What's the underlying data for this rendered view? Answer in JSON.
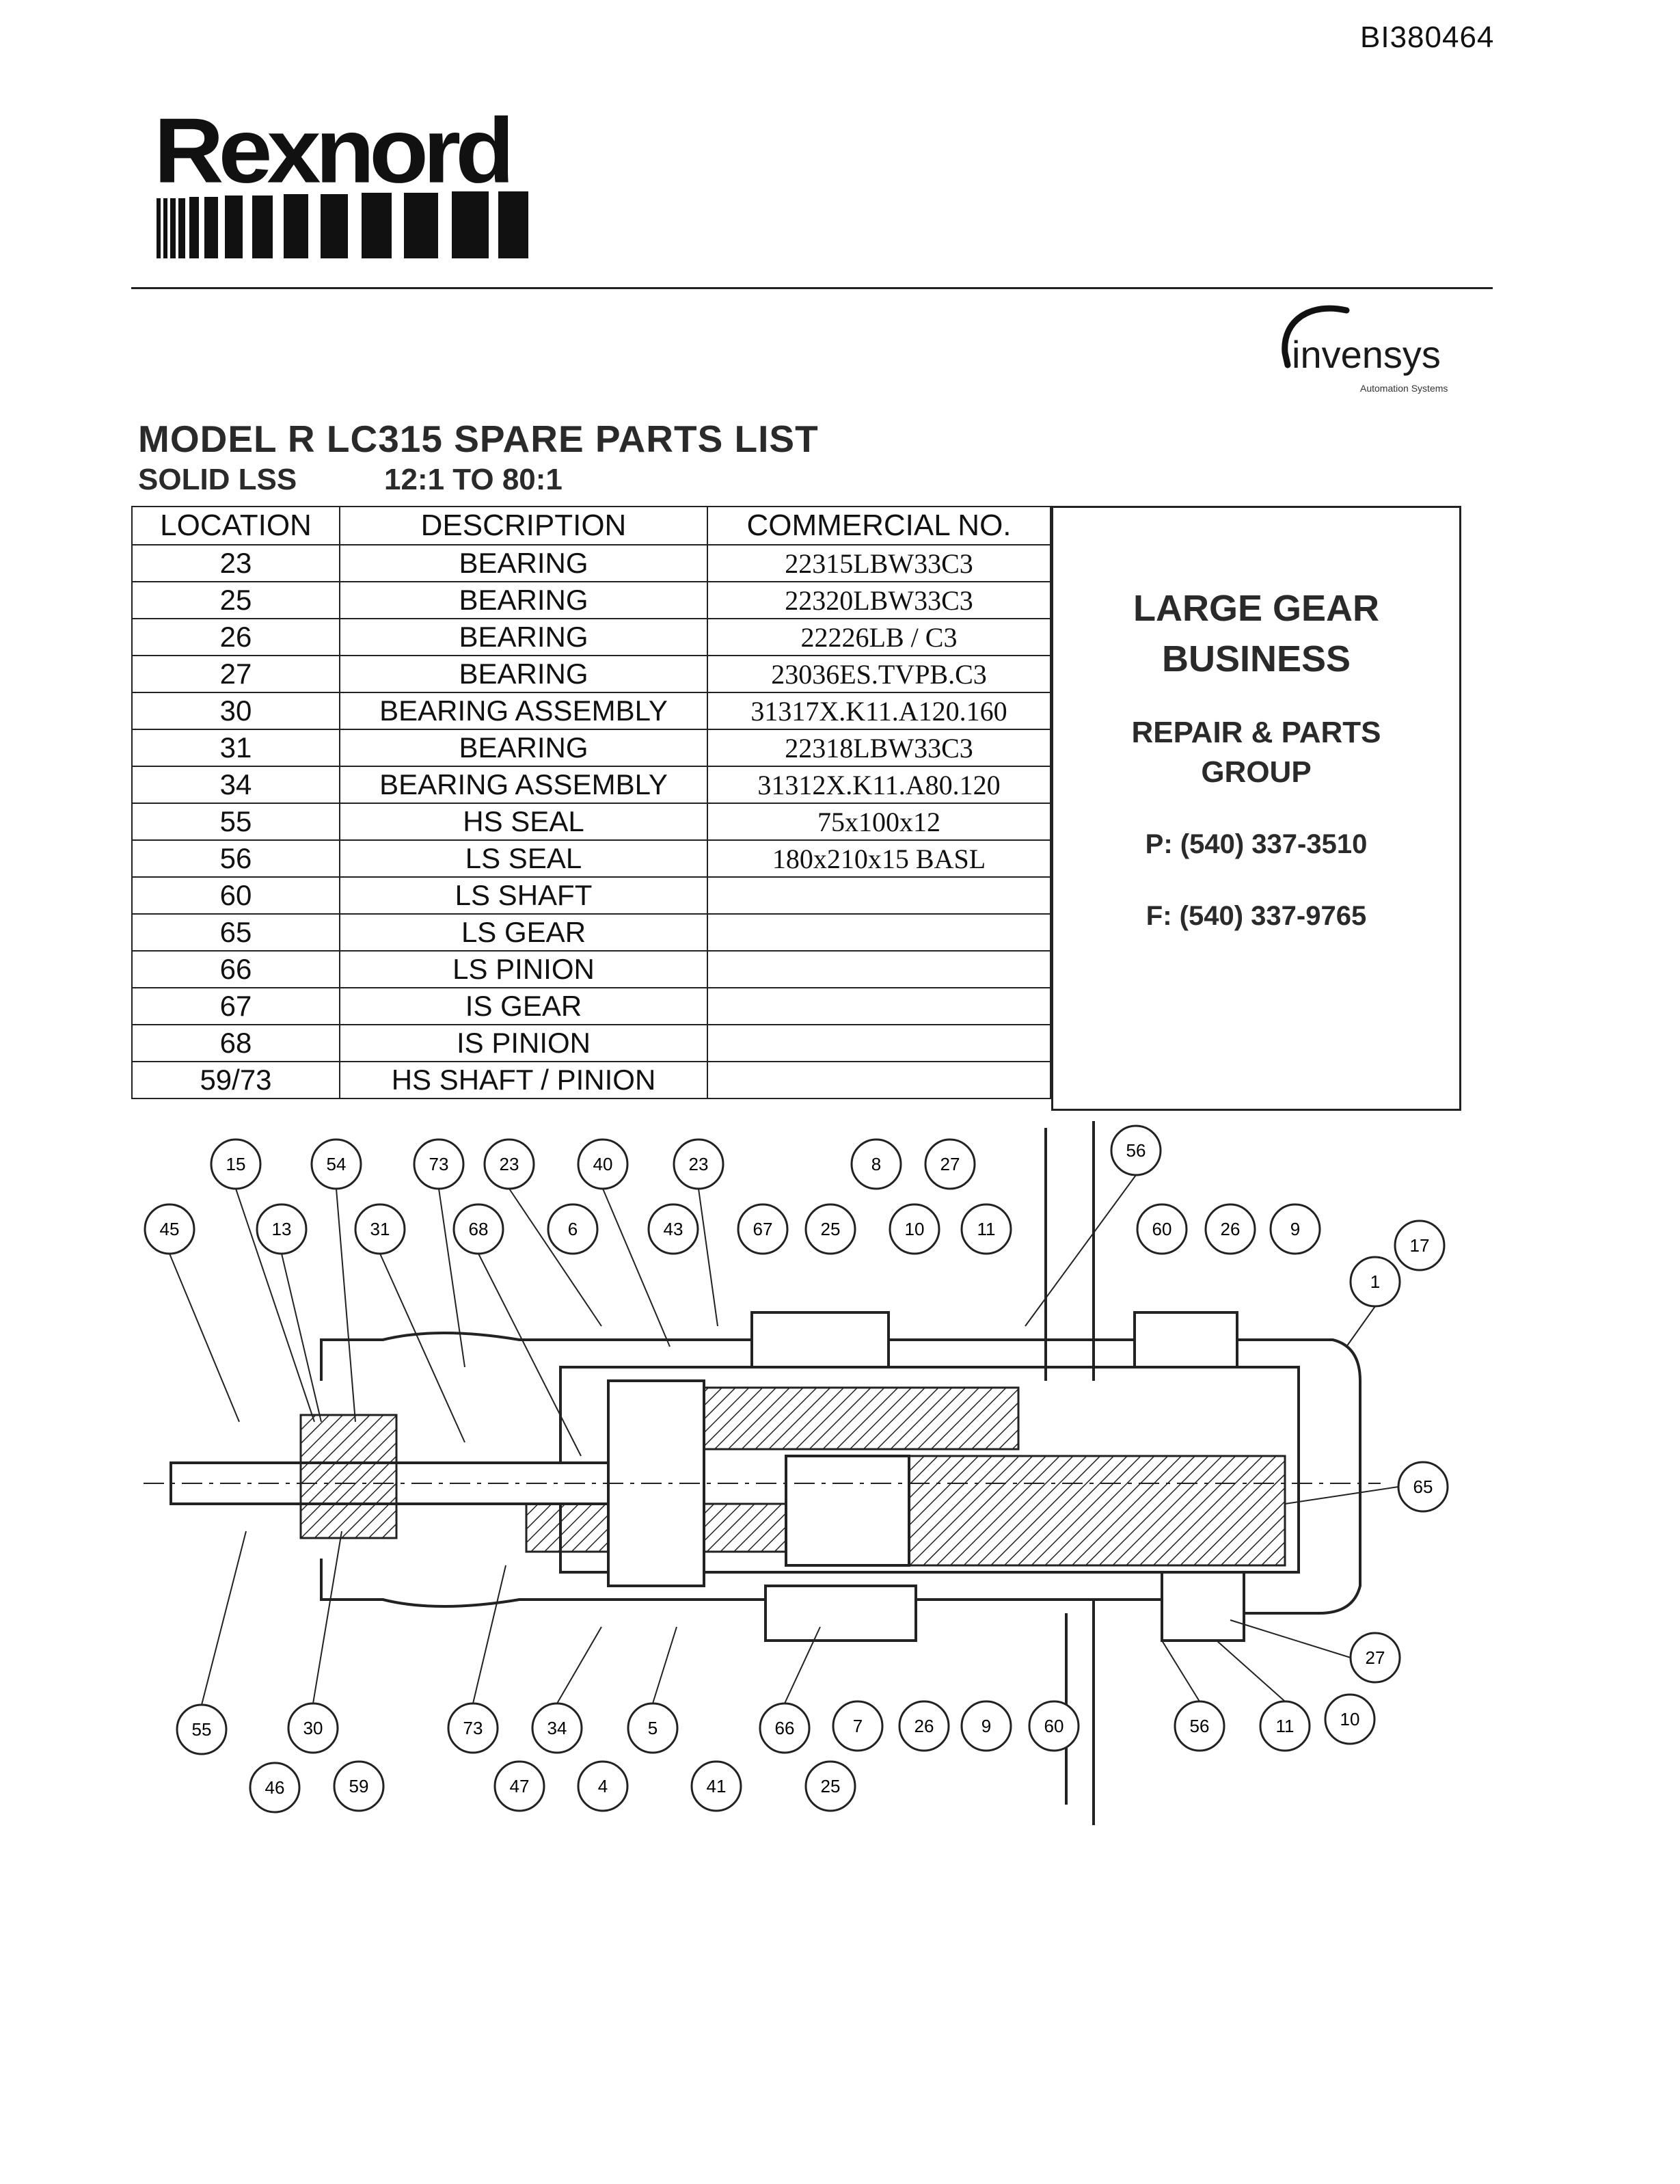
{
  "doc_id": "BI380464",
  "brand": {
    "name": "Rexnord"
  },
  "partner": {
    "name": "invensys",
    "tagline": "Automation Systems"
  },
  "title": "MODEL R LC315 SPARE PARTS LIST",
  "subtitle": {
    "left": "SOLID LSS",
    "right": "12:1 TO 80:1"
  },
  "table": {
    "headers": [
      "LOCATION",
      "DESCRIPTION",
      "COMMERCIAL NO."
    ],
    "rows": [
      [
        "23",
        "BEARING",
        "22315LBW33C3"
      ],
      [
        "25",
        "BEARING",
        "22320LBW33C3"
      ],
      [
        "26",
        "BEARING",
        "22226LB / C3"
      ],
      [
        "27",
        "BEARING",
        "23036ES.TVPB.C3"
      ],
      [
        "30",
        "BEARING ASSEMBLY",
        "31317X.K11.A120.160"
      ],
      [
        "31",
        "BEARING",
        "22318LBW33C3"
      ],
      [
        "34",
        "BEARING ASSEMBLY",
        "31312X.K11.A80.120"
      ],
      [
        "55",
        "HS SEAL",
        "75x100x12"
      ],
      [
        "56",
        "LS SEAL",
        "180x210x15  BASL"
      ],
      [
        "60",
        "LS SHAFT",
        ""
      ],
      [
        "65",
        "LS GEAR",
        ""
      ],
      [
        "66",
        "LS PINION",
        ""
      ],
      [
        "67",
        "IS GEAR",
        ""
      ],
      [
        "68",
        "IS PINION",
        ""
      ],
      [
        "59/73",
        "HS SHAFT / PINION",
        ""
      ]
    ]
  },
  "contact": {
    "heading_1": "LARGE GEAR",
    "heading_2": "BUSINESS",
    "group_1": "REPAIR & PARTS",
    "group_2": "GROUP",
    "phone": "P: (540) 337-3510",
    "fax": "F: (540) 337-9765"
  },
  "diagram": {
    "callouts_top": [
      "15",
      "54",
      "73",
      "23",
      "40",
      "23",
      "8",
      "27",
      "56",
      "45",
      "13",
      "31",
      "68",
      "6",
      "43",
      "67",
      "25",
      "10",
      "11",
      "60",
      "26",
      "9",
      "17",
      "1"
    ],
    "callouts_right": [
      "65",
      "27",
      "10"
    ],
    "callouts_bottom": [
      "55",
      "30",
      "73",
      "34",
      "5",
      "66",
      "7",
      "26",
      "9",
      "60",
      "56",
      "11",
      "46",
      "59",
      "47",
      "4",
      "41",
      "25"
    ]
  }
}
